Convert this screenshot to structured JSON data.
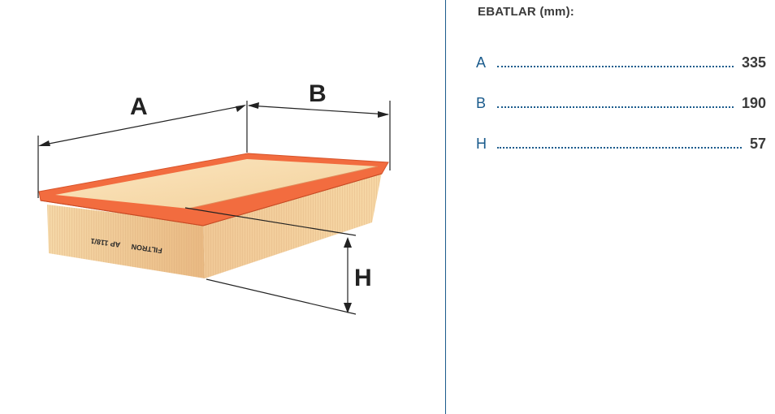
{
  "diagram": {
    "label_a": "A",
    "label_b": "B",
    "label_h": "H",
    "brand": "FILTRON",
    "model": "AP 118/1"
  },
  "specs": {
    "title": "EBATLAR (mm):",
    "rows": [
      {
        "label": "A",
        "value": "335"
      },
      {
        "label": "B",
        "value": "190"
      },
      {
        "label": "H",
        "value": "57"
      }
    ]
  },
  "colors": {
    "frame_orange": "#f26c3f",
    "filter_media": "#f7d9a6",
    "accent_blue": "#1a5b8c"
  }
}
